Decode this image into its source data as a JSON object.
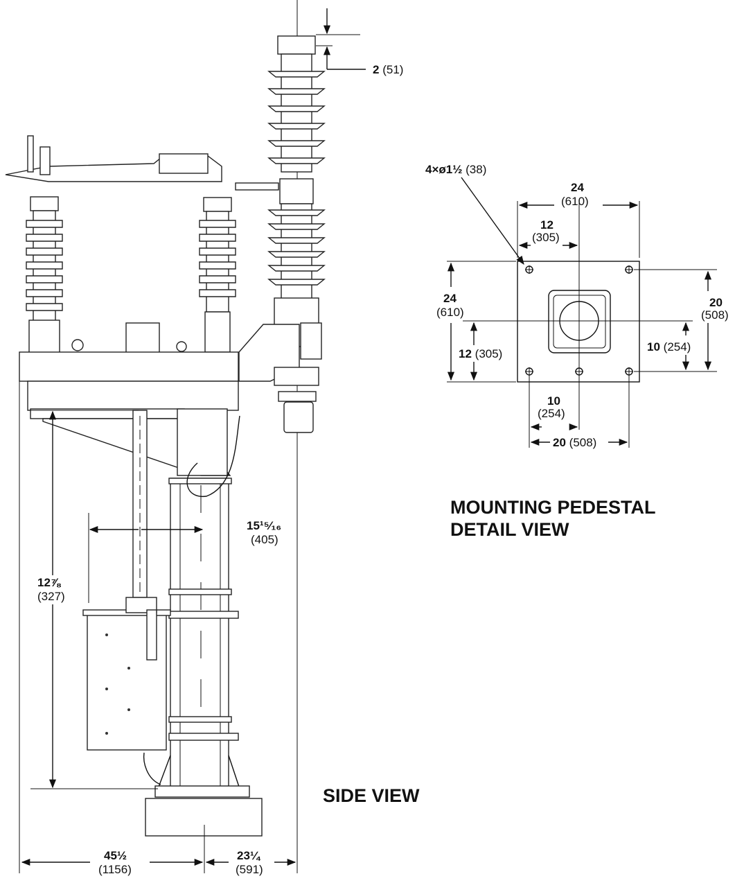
{
  "labels": {
    "side_view": "SIDE VIEW",
    "detail_line1": "MOUNTING PEDESTAL",
    "detail_line2": "DETAIL VIEW"
  },
  "dimensions": {
    "top_offset": {
      "value": "2",
      "metric": "(51)"
    },
    "bracket_height": {
      "value": "12⅞",
      "metric": "(327)"
    },
    "box_offset": {
      "value": "15¹⁵⁄₁₆",
      "metric": "(405)"
    },
    "left_base": {
      "value": "45½",
      "metric": "(1156)"
    },
    "right_base": {
      "value": "23¼",
      "metric": "(591)"
    },
    "holes": {
      "value": "4×ø1½",
      "metric": "(38)"
    },
    "pad_width": {
      "value": "24",
      "metric": "(610)"
    },
    "pad_half_width": {
      "value": "12",
      "metric": "(305)"
    },
    "pad_height": {
      "value": "24",
      "metric": "(610)"
    },
    "pad_half_height": {
      "value": "12",
      "metric": "(305)"
    },
    "bolt_height": {
      "value": "20",
      "metric": "(508)"
    },
    "bolt_half_height": {
      "value": "10",
      "metric": "(254)"
    },
    "bolt_half_width": {
      "value": "10",
      "metric": "(254)"
    },
    "bolt_width": {
      "value": "20",
      "metric": "(508)"
    }
  }
}
